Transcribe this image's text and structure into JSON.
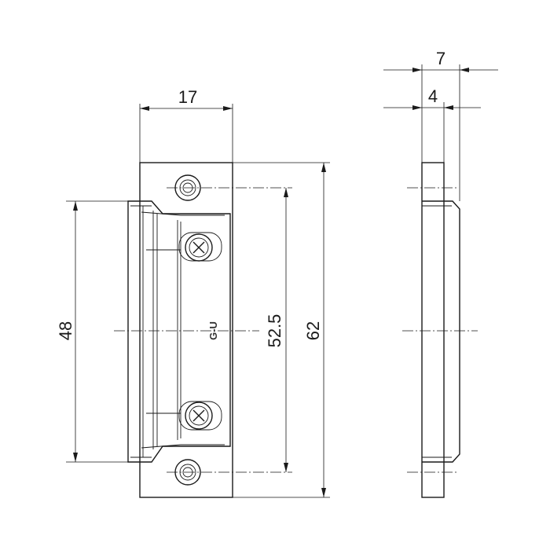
{
  "dimensions": {
    "width_front": "17",
    "height_keeper": "48",
    "hole_spacing": "52.5",
    "total_height": "62",
    "total_depth": "7",
    "plate_thickness": "4"
  },
  "logo": {
    "text": "G-U"
  }
}
